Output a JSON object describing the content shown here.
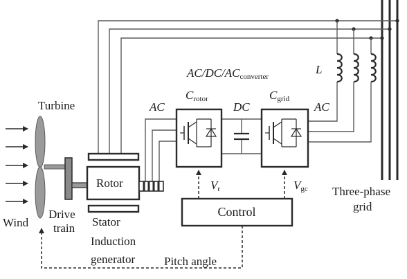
{
  "labels": {
    "turbine": "Turbine",
    "wind": "Wind",
    "drive": "Drive",
    "train": "train",
    "rotor": "Rotor",
    "stator": "Stator",
    "induction": "Induction",
    "generator": "generator",
    "ac_left": "AC",
    "dc": "DC",
    "ac_right": "AC",
    "converter_main": "AC/DC/AC",
    "converter_sub": "converter",
    "c_rotor_main": "C",
    "c_rotor_sub": "rotor",
    "c_grid_main": "C",
    "c_grid_sub": "grid",
    "inductor": "L",
    "v_r_main": "V",
    "v_r_sub": "r",
    "v_gc_main": "V",
    "v_gc_sub": "gc",
    "control": "Control",
    "pitch_angle": "Pitch angle",
    "three_phase": "Three-phase",
    "grid": "grid"
  }
}
